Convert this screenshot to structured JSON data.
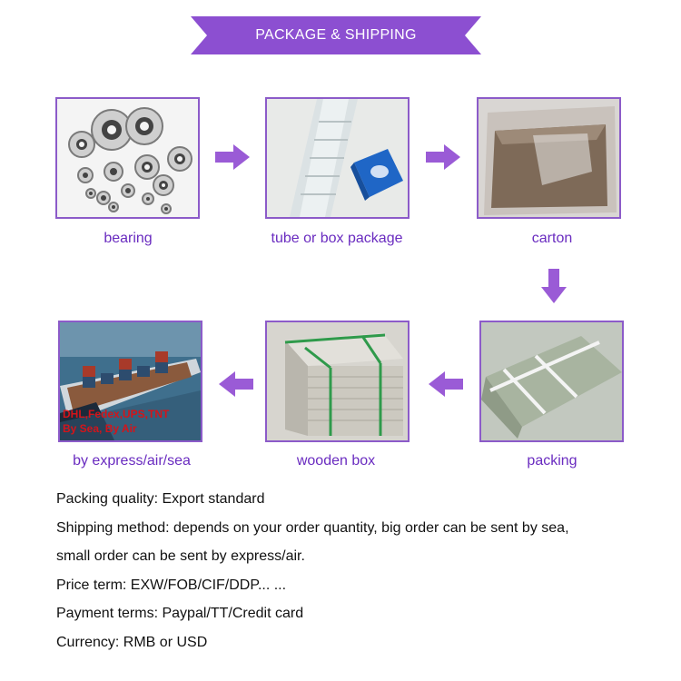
{
  "banner": {
    "title": "PACKAGE & SHIPPING"
  },
  "steps": [
    {
      "caption": "bearing"
    },
    {
      "caption": "tube or box package"
    },
    {
      "caption": "carton"
    },
    {
      "caption": "packing"
    },
    {
      "caption": "wooden box"
    },
    {
      "caption": "by express/air/sea",
      "overlay_line1": "DHL,Fedex,UPS,TNT",
      "overlay_line2": "By Sea, By Air"
    }
  ],
  "info": {
    "packing_quality": "Packing quality: Export standard",
    "shipping_line1": "Shipping method: depends on your order quantity, big order can be sent by sea,",
    "shipping_line2": "small order can be sent by express/air.",
    "price_term": "Price term: EXW/FOB/CIF/DDP... ...",
    "payment_terms": "Payment terms: Paypal/TT/Credit card",
    "currency": "Currency: RMB or USD"
  },
  "colors": {
    "accent": "#8c5bc9",
    "caption": "#6a2cc0",
    "arrow": "#9a5bd6"
  }
}
